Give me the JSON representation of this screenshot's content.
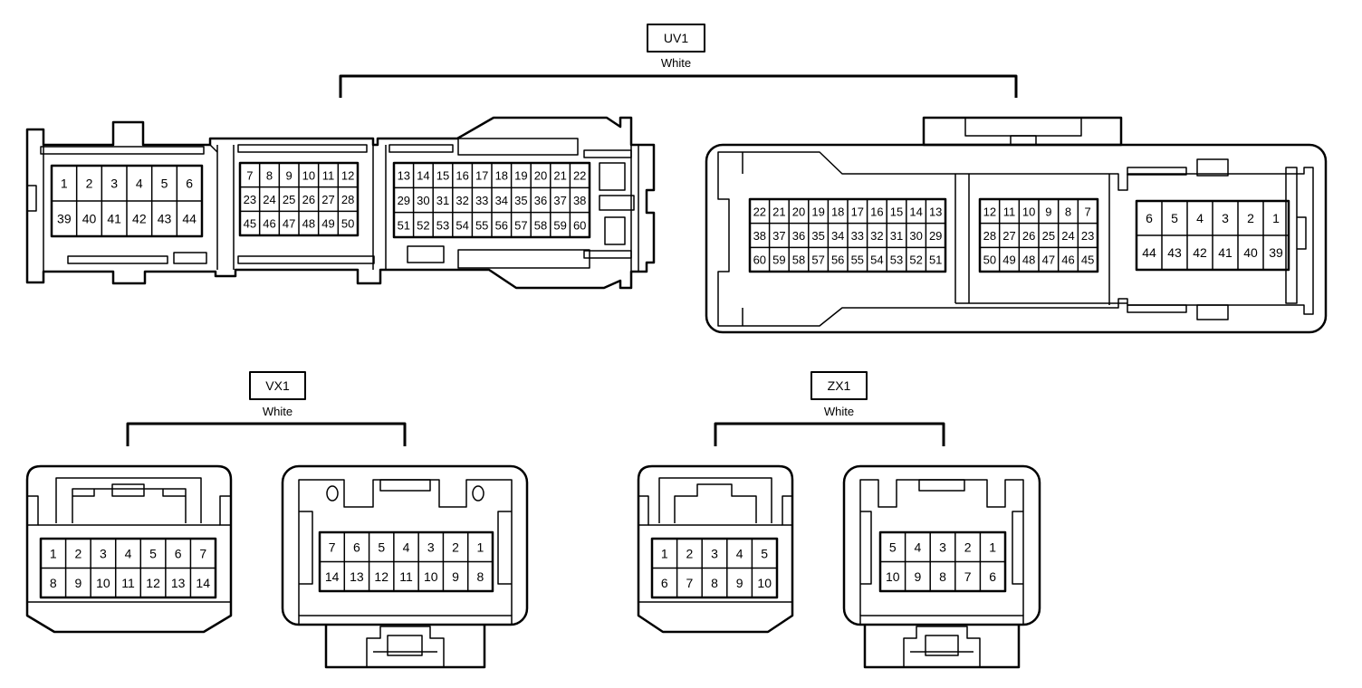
{
  "connectors": [
    {
      "id": "uv1",
      "name": "UV1",
      "color": "White"
    },
    {
      "id": "vx1",
      "name": "VX1",
      "color": "White"
    },
    {
      "id": "zx1",
      "name": "ZX1",
      "color": "White"
    }
  ],
  "uv1": {
    "male_grids": [
      {
        "rows": [
          [
            "1",
            "2",
            "3",
            "4",
            "5",
            "6"
          ],
          [
            "39",
            "40",
            "41",
            "42",
            "43",
            "44"
          ]
        ]
      },
      {
        "rows": [
          [
            "7",
            "8",
            "9",
            "10",
            "11",
            "12"
          ],
          [
            "23",
            "24",
            "25",
            "26",
            "27",
            "28"
          ],
          [
            "45",
            "46",
            "47",
            "48",
            "49",
            "50"
          ]
        ]
      },
      {
        "rows": [
          [
            "13",
            "14",
            "15",
            "16",
            "17",
            "18",
            "19",
            "20",
            "21",
            "22"
          ],
          [
            "29",
            "30",
            "31",
            "32",
            "33",
            "34",
            "35",
            "36",
            "37",
            "38"
          ],
          [
            "51",
            "52",
            "53",
            "54",
            "55",
            "56",
            "57",
            "58",
            "59",
            "60"
          ]
        ]
      }
    ],
    "female_grids": [
      {
        "rows": [
          [
            "22",
            "21",
            "20",
            "19",
            "18",
            "17",
            "16",
            "15",
            "14",
            "13"
          ],
          [
            "38",
            "37",
            "36",
            "35",
            "34",
            "33",
            "32",
            "31",
            "30",
            "29"
          ],
          [
            "60",
            "59",
            "58",
            "57",
            "56",
            "55",
            "54",
            "53",
            "52",
            "51"
          ]
        ]
      },
      {
        "rows": [
          [
            "12",
            "11",
            "10",
            "9",
            "8",
            "7"
          ],
          [
            "28",
            "27",
            "26",
            "25",
            "24",
            "23"
          ],
          [
            "50",
            "49",
            "48",
            "47",
            "46",
            "45"
          ]
        ]
      },
      {
        "rows": [
          [
            "6",
            "5",
            "4",
            "3",
            "2",
            "1"
          ],
          [
            "44",
            "43",
            "42",
            "41",
            "40",
            "39"
          ]
        ]
      }
    ]
  },
  "vx1": {
    "male_grid": {
      "rows": [
        [
          "1",
          "2",
          "3",
          "4",
          "5",
          "6",
          "7"
        ],
        [
          "8",
          "9",
          "10",
          "11",
          "12",
          "13",
          "14"
        ]
      ]
    },
    "female_grid": {
      "rows": [
        [
          "7",
          "6",
          "5",
          "4",
          "3",
          "2",
          "1"
        ],
        [
          "14",
          "13",
          "12",
          "11",
          "10",
          "9",
          "8"
        ]
      ]
    }
  },
  "zx1": {
    "male_grid": {
      "rows": [
        [
          "1",
          "2",
          "3",
          "4",
          "5"
        ],
        [
          "6",
          "7",
          "8",
          "9",
          "10"
        ]
      ]
    },
    "female_grid": {
      "rows": [
        [
          "5",
          "4",
          "3",
          "2",
          "1"
        ],
        [
          "10",
          "9",
          "8",
          "7",
          "6"
        ]
      ]
    }
  }
}
